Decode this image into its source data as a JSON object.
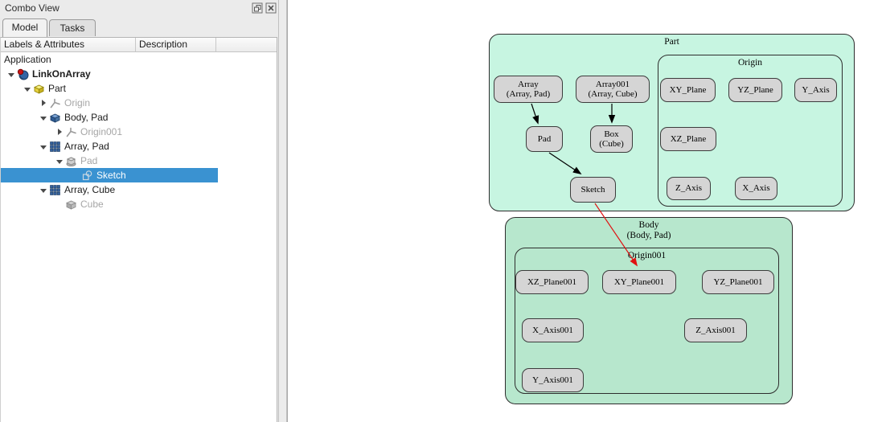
{
  "panel": {
    "title": "Combo View",
    "titlebar_icons": [
      "float-icon",
      "close-icon"
    ],
    "tabs": [
      {
        "label": "Model",
        "active": true
      },
      {
        "label": "Tasks",
        "active": false
      }
    ],
    "columns": [
      "Labels & Attributes",
      "Description"
    ],
    "tree": [
      {
        "label": "Application",
        "depth": 0,
        "icon": null,
        "state": "normal"
      },
      {
        "label": "LinkOnArray",
        "depth": 1,
        "icon": "document-icon",
        "state": "bold",
        "expanded": true
      },
      {
        "label": "Part",
        "depth": 2,
        "icon": "part-icon",
        "state": "normal",
        "expanded": true
      },
      {
        "label": "Origin",
        "depth": 3,
        "icon": "origin-icon",
        "state": "grayed",
        "expanded": false
      },
      {
        "label": "Body, Pad",
        "depth": 3,
        "icon": "body-icon",
        "state": "normal",
        "expanded": true
      },
      {
        "label": "Origin001",
        "depth": 4,
        "icon": "origin-icon",
        "state": "grayed",
        "expanded": false
      },
      {
        "label": "Array, Pad",
        "depth": 3,
        "icon": "array-icon",
        "state": "normal",
        "expanded": true
      },
      {
        "label": "Pad",
        "depth": 4,
        "icon": "pad-icon",
        "state": "grayed",
        "expanded": true
      },
      {
        "label": "Sketch",
        "depth": 5,
        "icon": "sketch-icon",
        "state": "selected"
      },
      {
        "label": "Array, Cube",
        "depth": 3,
        "icon": "array-icon",
        "state": "normal",
        "expanded": true
      },
      {
        "label": "Cube",
        "depth": 4,
        "icon": "cube-icon",
        "state": "grayed"
      }
    ],
    "selection_color": "#3a92d1"
  },
  "graph": {
    "clusters": [
      {
        "id": "part",
        "label": "Part",
        "fill": "#c7f5e1"
      },
      {
        "id": "origin",
        "label": "Origin",
        "fill": "#c7f5e1"
      },
      {
        "id": "body",
        "label": "Body\n(Body, Pad)",
        "fill": "#b7e7cd"
      },
      {
        "id": "origin001",
        "label": "Origin001",
        "fill": "#b7e7cd"
      }
    ],
    "nodes": [
      {
        "id": "array",
        "label": "Array\n(Array, Pad)",
        "cluster": "part"
      },
      {
        "id": "array001",
        "label": "Array001\n(Array, Cube)",
        "cluster": "part"
      },
      {
        "id": "pad",
        "label": "Pad",
        "cluster": "part"
      },
      {
        "id": "box",
        "label": "Box\n(Cube)",
        "cluster": "part"
      },
      {
        "id": "sketch",
        "label": "Sketch",
        "cluster": "part"
      },
      {
        "id": "xy_plane",
        "label": "XY_Plane",
        "cluster": "origin"
      },
      {
        "id": "yz_plane",
        "label": "YZ_Plane",
        "cluster": "origin"
      },
      {
        "id": "y_axis",
        "label": "Y_Axis",
        "cluster": "origin"
      },
      {
        "id": "xz_plane",
        "label": "XZ_Plane",
        "cluster": "origin"
      },
      {
        "id": "z_axis",
        "label": "Z_Axis",
        "cluster": "origin"
      },
      {
        "id": "x_axis",
        "label": "X_Axis",
        "cluster": "origin"
      },
      {
        "id": "xz_plane001",
        "label": "XZ_Plane001",
        "cluster": "origin001"
      },
      {
        "id": "xy_plane001",
        "label": "XY_Plane001",
        "cluster": "origin001"
      },
      {
        "id": "yz_plane001",
        "label": "YZ_Plane001",
        "cluster": "origin001"
      },
      {
        "id": "x_axis001",
        "label": "X_Axis001",
        "cluster": "origin001"
      },
      {
        "id": "z_axis001",
        "label": "Z_Axis001",
        "cluster": "origin001"
      },
      {
        "id": "y_axis001",
        "label": "Y_Axis001",
        "cluster": "origin001"
      }
    ],
    "edges": [
      {
        "from": "Array",
        "to": "Pad",
        "color": "#000000"
      },
      {
        "from": "Array001",
        "to": "Box",
        "color": "#000000"
      },
      {
        "from": "Pad",
        "to": "Sketch",
        "color": "#000000"
      },
      {
        "from": "Sketch",
        "to": "XY_Plane001",
        "color": "#e01010"
      }
    ],
    "node_fill": "#d5d5d5"
  }
}
